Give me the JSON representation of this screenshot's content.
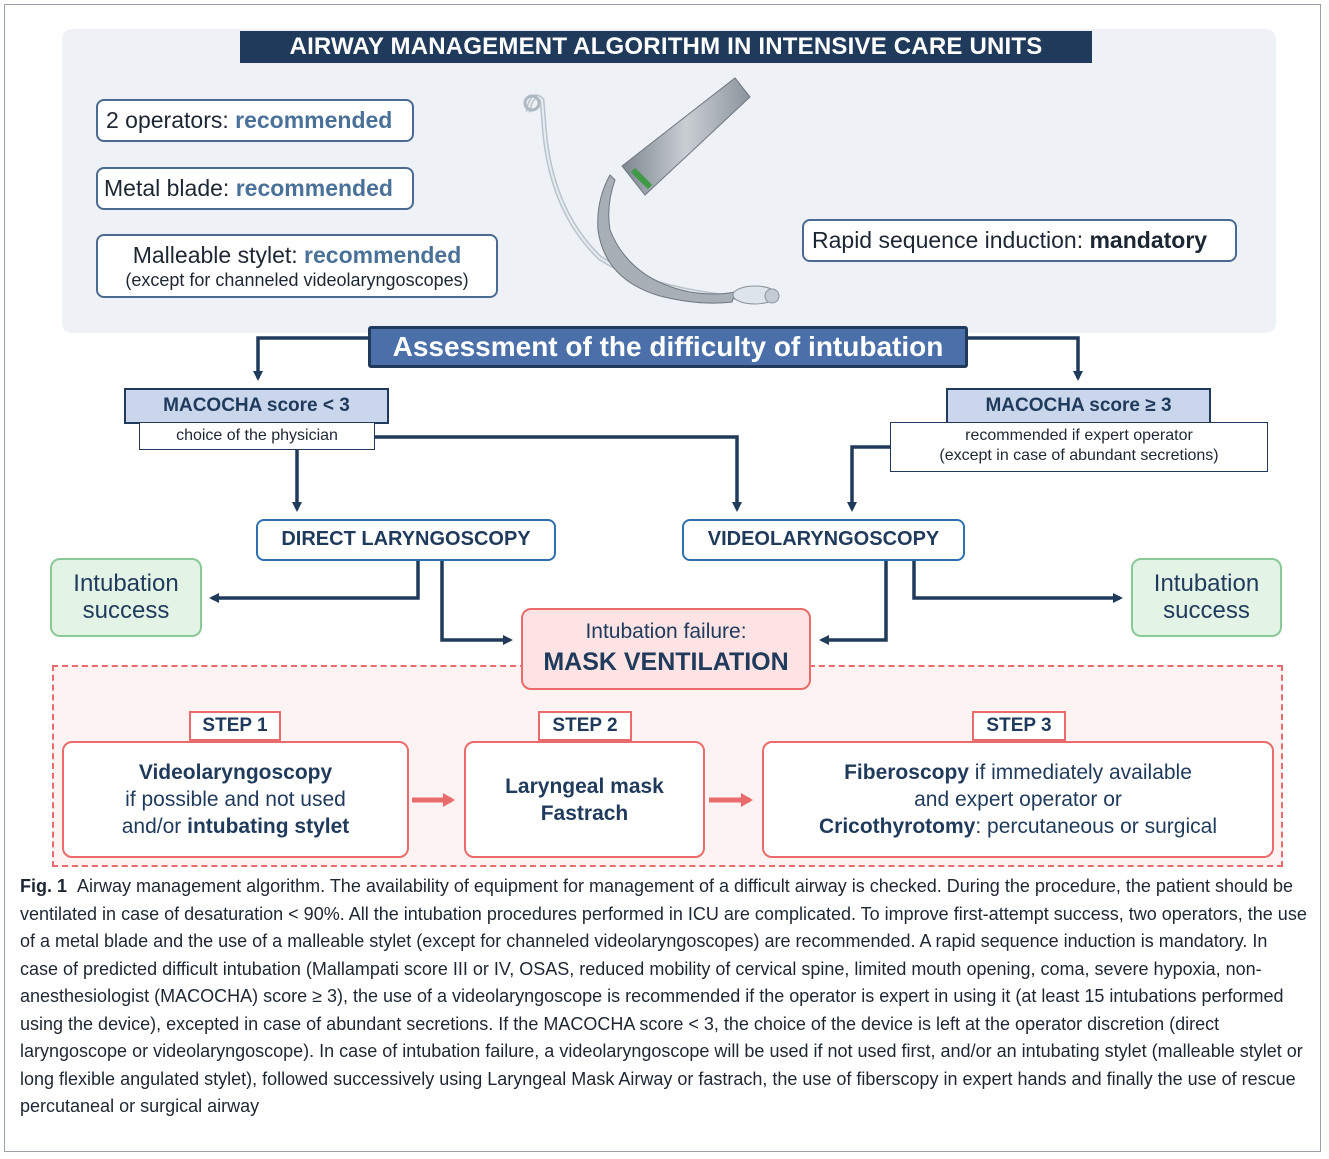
{
  "title": "AIRWAY MANAGEMENT ALGORITHM IN INTENSIVE CARE UNITS",
  "recommendations": {
    "operators_text": "2 operators: ",
    "operators_value": "recommended",
    "blade_text": "Metal blade: ",
    "blade_value": "recommended",
    "stylet_text": "Malleable stylet: ",
    "stylet_value": "recommended",
    "stylet_note": "(except for channeled videolaryngoscopes)",
    "rsi_text": "Rapid sequence induction: ",
    "rsi_value": "mandatory"
  },
  "assessment": "Assessment of the difficulty of intubation",
  "macocha_low": {
    "label": "MACOCHA score < 3",
    "note": "choice of the physician"
  },
  "macocha_high": {
    "label": "MACOCHA score ≥ 3",
    "note_line1": "recommended if expert operator",
    "note_line2": "(except in case of abundant secretions)"
  },
  "direct": "DIRECT LARYNGOSCOPY",
  "video": "VIDEOLARYNGOSCOPY",
  "success_left": {
    "line1": "Intubation",
    "line2": "success"
  },
  "success_right": {
    "line1": "Intubation",
    "line2": "success"
  },
  "failure": {
    "line1": "Intubation failure:",
    "line2": "MASK VENTILATION"
  },
  "steps": [
    {
      "label": "STEP 1",
      "bold1": "Videolaryngoscopy",
      "line2": "if possible and not used",
      "line3_pre": "and/or ",
      "line3_bold": "intubating stylet"
    },
    {
      "label": "STEP 2",
      "line1": "Laryngeal mask",
      "line2": "Fastrach"
    },
    {
      "label": "STEP 3",
      "bold1": "Fiberoscopy",
      "line1_rest": " if immediately available",
      "line2": "and expert operator or",
      "bold3": "Cricothyrotomy",
      "line3_rest": ": percutaneous or surgical"
    }
  ],
  "caption": {
    "fig": "Fig. 1",
    "text": "Airway management algorithm. The availability of equipment for management of a difficult airway is checked. During the procedure, the patient should be ventilated in case of desaturation < 90%. All the intubation procedures performed in ICU are complicated. To improve first-attempt success, two operators, the use of a metal blade and the use of a malleable stylet (except for channeled videolaryngoscopes) are recommended. A rapid sequence induction is mandatory. In case of predicted difficult intubation (Mallampati score III or IV, OSAS, reduced mobility of cervical spine, limited mouth opening, coma, severe hypoxia, non-anesthesiologist (MACOCHA) score ≥ 3), the use of a videolaryngoscope is recommended if the operator is expert in using it (at least 15 intubations performed using the device), excepted in case of abundant secretions. If the MACOCHA score < 3, the choice of the device is left at the operator discretion (direct laryngoscope or videolaryngoscope). In case of intubation failure, a videolaryngoscope will be used if not used first, and/or an intubating stylet (malleable stylet or long flexible angulated stylet), followed successively using Laryngeal Mask Airway or fastrach, the use of fiberscopy in expert hands and finally the use of rescue percutaneal or surgical airway"
  },
  "colors": {
    "navy": "#1f3a5b",
    "accent_blue": "#4b6fa8",
    "red": "#ea6b6b",
    "green": "#88c996"
  }
}
